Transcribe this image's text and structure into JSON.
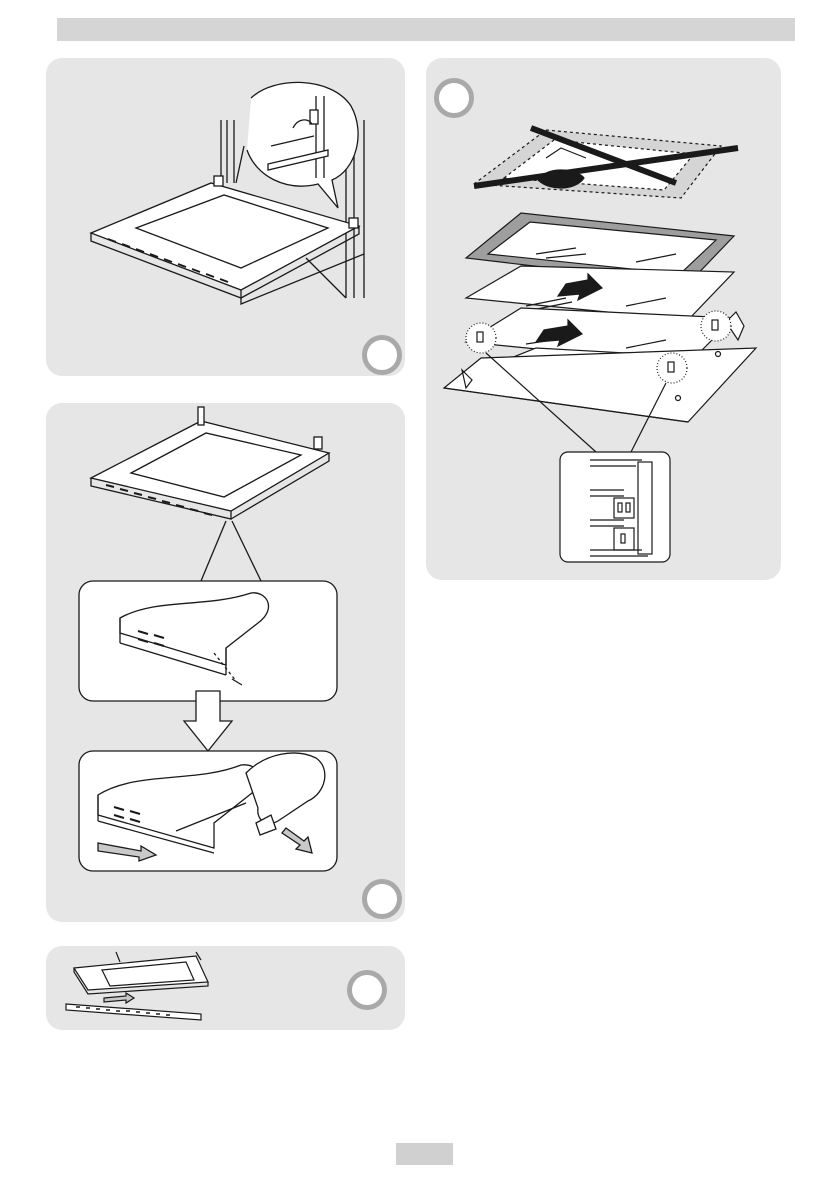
{
  "header": {
    "bar_color": "#d5d5d5"
  },
  "panels": [
    {
      "id": "panel-door-open",
      "step_label": ""
    },
    {
      "id": "panel-remove-trim",
      "step_label": ""
    },
    {
      "id": "panel-trim-off",
      "step_label": ""
    },
    {
      "id": "panel-glass-layers",
      "step_label": ""
    }
  ],
  "colors": {
    "panel_bg": "#e6e6e6",
    "circle_ring": "#a9a9a9",
    "line": "#1a1a1a",
    "page_tab": "#d0d0d0"
  },
  "footer": {
    "page_number": ""
  }
}
